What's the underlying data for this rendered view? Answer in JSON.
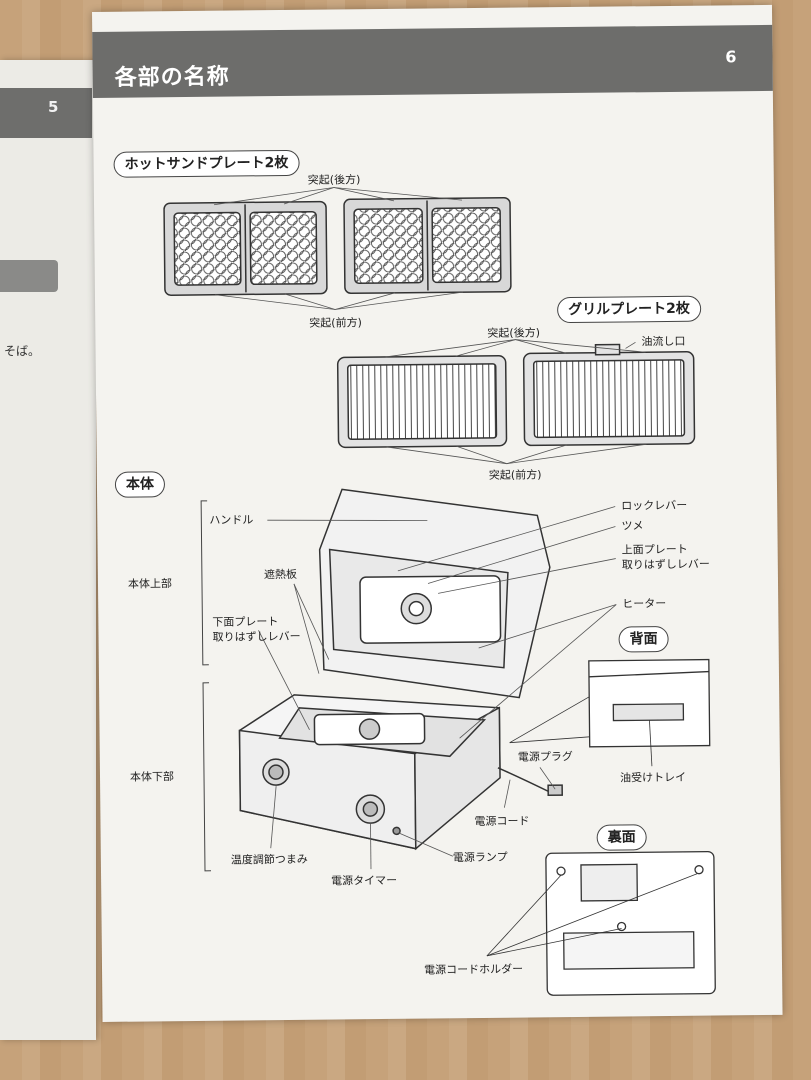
{
  "left_page": {
    "page_number": "5",
    "text_fragment": "そば。"
  },
  "page": {
    "number": "6",
    "title": "各部の名称",
    "sections": {
      "hot_sand": "ホットサンドプレート2枚",
      "grill": "グリルプレート2枚",
      "body": "本体",
      "back": "背面",
      "bottom": "裏面"
    },
    "labels": {
      "hs_rear": "突起(後方)",
      "hs_front": "突起(前方)",
      "gr_rear": "突起(後方)",
      "gr_drain": "油流し口",
      "gr_front": "突起(前方)",
      "upper_group": "本体上部",
      "lower_group": "本体下部",
      "handle": "ハンドル",
      "heat_shield": "遮熱板",
      "lower_release_1": "下面プレート",
      "lower_release_2": "取りはずしレバー",
      "lock_lever": "ロックレバー",
      "claw": "ツメ",
      "upper_release_1": "上面プレート",
      "upper_release_2": "取りはずしレバー",
      "heater": "ヒーター",
      "power_plug": "電源プラグ",
      "power_cord": "電源コード",
      "oil_tray": "油受けトレイ",
      "temp_knob": "温度調節つまみ",
      "power_lamp": "電源ランプ",
      "timer": "電源タイマー",
      "cord_holder": "電源コードホルダー"
    }
  }
}
